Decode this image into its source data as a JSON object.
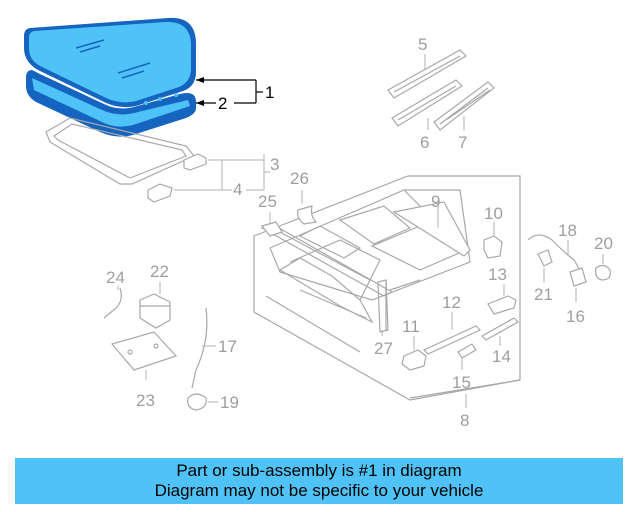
{
  "callouts": {
    "c1": "1",
    "c2": "2",
    "c3": "3",
    "c4": "4",
    "c5": "5",
    "c6": "6",
    "c7": "7",
    "c8": "8",
    "c9": "9",
    "c10": "10",
    "c11": "11",
    "c12": "12",
    "c13": "13",
    "c14": "14",
    "c15": "15",
    "c16": "16",
    "c17": "17",
    "c18": "18",
    "c19": "19",
    "c20": "20",
    "c21": "21",
    "c22": "22",
    "c23": "23",
    "c24": "24",
    "c25": "25",
    "c26": "26",
    "c27": "27"
  },
  "colors": {
    "highlight": "#1565c0",
    "glass": "#4fc3f7",
    "banner": "#4fc3f7",
    "part_line": "#a8a8a8"
  },
  "banner": {
    "line1": "Part or sub-assembly is #1 in diagram",
    "line2": "Diagram may not be specific to your vehicle"
  }
}
